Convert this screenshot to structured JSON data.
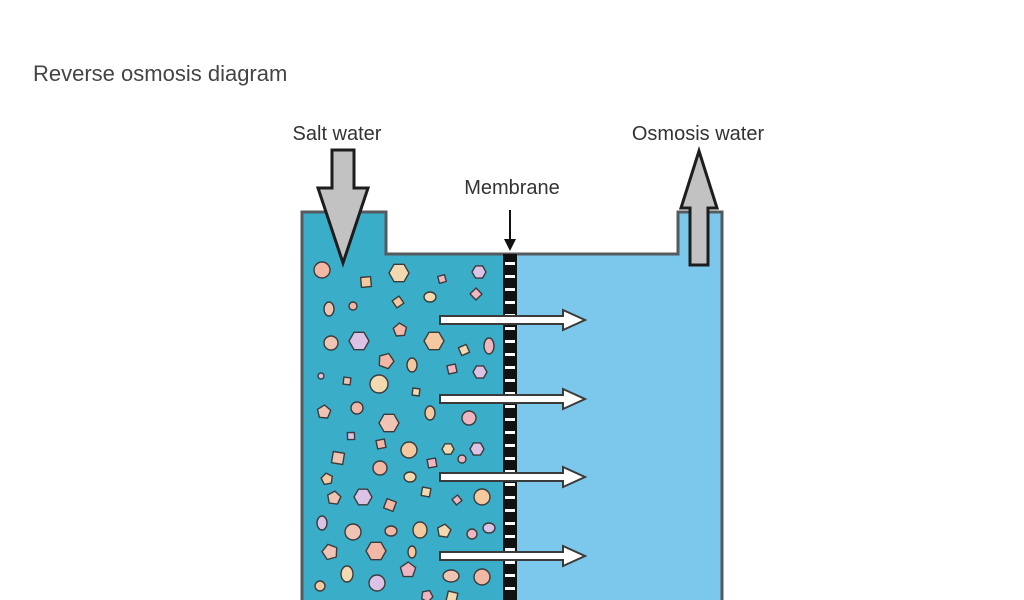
{
  "title": "Reverse osmosis diagram",
  "labels": {
    "salt_water": "Salt water",
    "osmosis_water": "Osmosis water",
    "membrane": "Membrane"
  },
  "colors": {
    "salt_water_fill": "#3aaec8",
    "fresh_water_fill": "#7bc8ec",
    "container_stroke": "#555a5e",
    "arrow_fill": "#c2c2c2",
    "flow_arrow_fill": "#ffffff",
    "membrane": "#111111"
  }
}
